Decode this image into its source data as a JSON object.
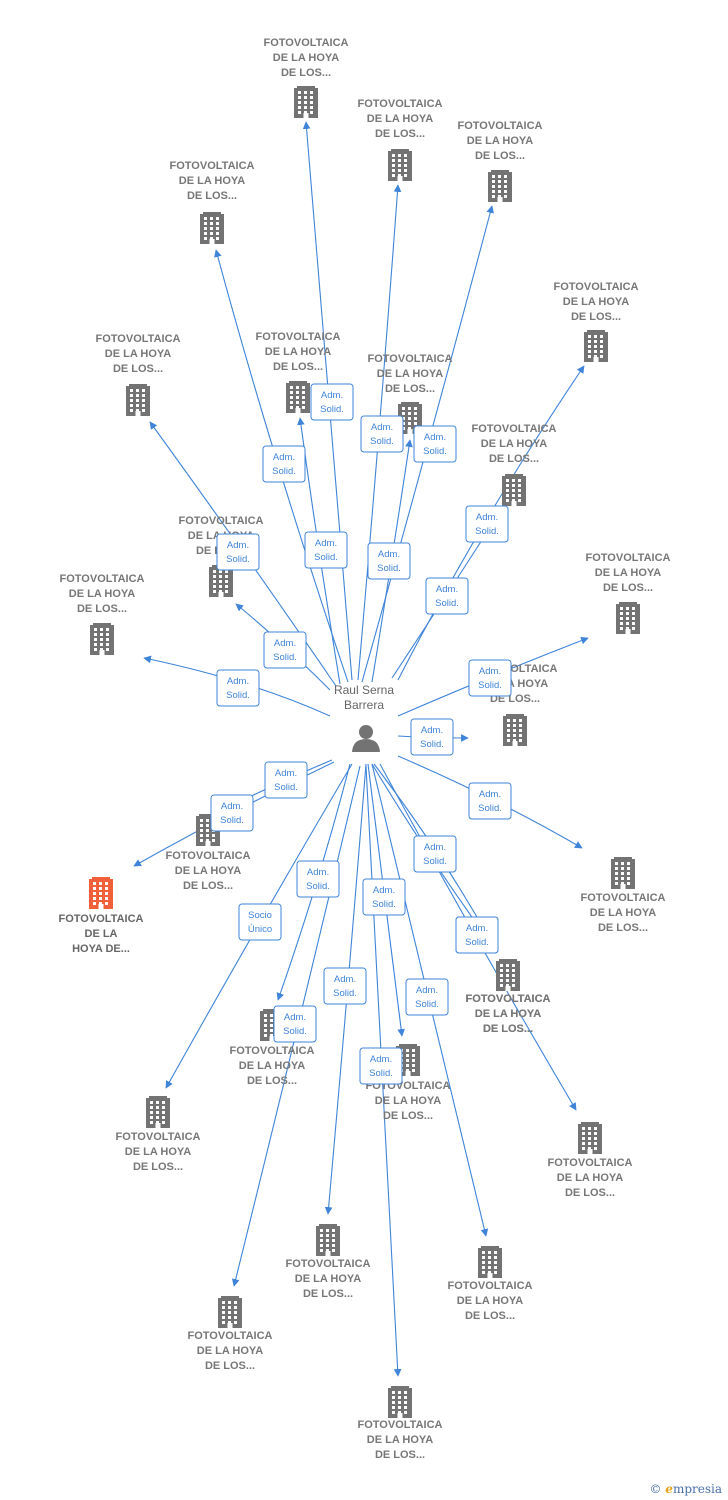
{
  "colors": {
    "edge": "#3f84d8",
    "node": "#737373",
    "highlight": "#f0613b",
    "label_box_border": "#3f84d8"
  },
  "center": {
    "name_line1": "Raul Serna",
    "name_line2": "Barrera",
    "icon": "person-icon"
  },
  "companies": [
    {
      "lines": [
        "FOTOVOLTAICA",
        "DE LA HOYA",
        "DE LOS..."
      ],
      "icon": "building-icon",
      "highlight": false
    },
    {
      "lines": [
        "FOTOVOLTAICA",
        "DE LA HOYA",
        "DE LOS..."
      ],
      "icon": "building-icon",
      "highlight": false
    },
    {
      "lines": [
        "FOTOVOLTAICA",
        "DE LA HOYA",
        "DE LOS..."
      ],
      "icon": "building-icon",
      "highlight": false
    },
    {
      "lines": [
        "FOTOVOLTAICA",
        "DE LA HOYA",
        "DE LOS..."
      ],
      "icon": "building-icon",
      "highlight": false
    },
    {
      "lines": [
        "FOTOVOLTAICA",
        "DE LA HOYA",
        "DE LOS..."
      ],
      "icon": "building-icon",
      "highlight": false
    },
    {
      "lines": [
        "FOTOVOLTAICA",
        "DE LA HOYA",
        "DE LOS..."
      ],
      "icon": "building-icon",
      "highlight": false
    },
    {
      "lines": [
        "FOTOVOLTAICA",
        "DE LA HOYA",
        "DE LOS..."
      ],
      "icon": "building-icon",
      "highlight": false
    },
    {
      "lines": [
        "FOTOVOLTAICA",
        "DE LA HOYA",
        "DE LOS..."
      ],
      "icon": "building-icon",
      "highlight": false
    },
    {
      "lines": [
        "FOTOVOLTAICA",
        "DE LA HOYA",
        "DE LOS..."
      ],
      "icon": "building-icon",
      "highlight": false
    },
    {
      "lines": [
        "FOTOVOLTAICA",
        "DE LA HOYA",
        "DE LOS..."
      ],
      "icon": "building-icon",
      "highlight": false
    },
    {
      "lines": [
        "FOTOVOLTAICA",
        "DE LA HOYA",
        "DE LOS..."
      ],
      "icon": "building-icon",
      "highlight": false
    },
    {
      "lines": [
        "FOTOVOLTAICA",
        "DE LA HOYA",
        "DE LOS..."
      ],
      "icon": "building-icon",
      "highlight": false
    },
    {
      "lines": [
        "FOTOVOLTAICA",
        "DE LA HOYA",
        "DE LOS..."
      ],
      "icon": "building-icon",
      "highlight": false
    },
    {
      "lines": [
        "FOTOVOLTAICA",
        "DE LA HOYA",
        "DE LOS..."
      ],
      "icon": "building-icon",
      "highlight": false
    },
    {
      "lines": [
        "FOTOVOLTAICA",
        "DE LA HOYA",
        "DE LOS..."
      ],
      "icon": "building-icon",
      "highlight": false
    },
    {
      "lines": [
        "FOTOVOLTAICA",
        "DE LA",
        "HOYA DE..."
      ],
      "icon": "building-icon",
      "highlight": true
    },
    {
      "lines": [
        "FOTOVOLTAICA",
        "DE LA HOYA",
        "DE LOS..."
      ],
      "icon": "building-icon",
      "highlight": false
    },
    {
      "lines": [
        "FOTOVOLTAICA",
        "DE LA HOYA",
        "DE LOS..."
      ],
      "icon": "building-icon",
      "highlight": false
    },
    {
      "lines": [
        "FOTOVOLTAICA",
        "DE LA HOYA",
        "DE LOS..."
      ],
      "icon": "building-icon",
      "highlight": false
    },
    {
      "lines": [
        "FOTOVOLTAICA",
        "DE LA HOYA",
        "DE LOS..."
      ],
      "icon": "building-icon",
      "highlight": false
    },
    {
      "lines": [
        "FOTOVOLTAICA",
        "DE LA HOYA",
        "DE LOS..."
      ],
      "icon": "building-icon",
      "highlight": false
    },
    {
      "lines": [
        "FOTOVOLTAICA",
        "DE LA HOYA",
        "DE LOS..."
      ],
      "icon": "building-icon",
      "highlight": false
    },
    {
      "lines": [
        "FOTOVOLTAICA",
        "DE LA HOYA",
        "DE LOS..."
      ],
      "icon": "building-icon",
      "highlight": false
    },
    {
      "lines": [
        "FOTOVOLTAICA",
        "DE LA HOYA",
        "DE LOS..."
      ],
      "icon": "building-icon",
      "highlight": false
    },
    {
      "lines": [
        "FOTOVOLTAICA",
        "DE LA HOYA",
        "DE LOS..."
      ],
      "icon": "building-icon",
      "highlight": false
    },
    {
      "lines": [
        "FOTOVOLTAICA",
        "DE LA HOYA",
        "DE LOS..."
      ],
      "icon": "building-icon",
      "highlight": false
    }
  ],
  "edge_labels": [
    [
      "Adm.",
      "Solid."
    ],
    [
      "Adm.",
      "Solid."
    ],
    [
      "Adm.",
      "Solid."
    ],
    [
      "Adm.",
      "Solid."
    ],
    [
      "Adm.",
      "Solid."
    ],
    [
      "Adm.",
      "Solid."
    ],
    [
      "Adm.",
      "Solid."
    ],
    [
      "Adm.",
      "Solid."
    ],
    [
      "Adm.",
      "Solid."
    ],
    [
      "Adm.",
      "Solid."
    ],
    [
      "Adm.",
      "Solid."
    ],
    [
      "Adm.",
      "Solid."
    ],
    [
      "Adm.",
      "Solid."
    ],
    [
      "Adm.",
      "Solid."
    ],
    [
      "Adm.",
      "Solid."
    ],
    [
      "Adm.",
      "Solid."
    ],
    [
      "Adm.",
      "Solid."
    ],
    [
      "Adm.",
      "Solid."
    ],
    [
      "Adm.",
      "Solid."
    ],
    [
      "Socio",
      "Único"
    ],
    [
      "Adm.",
      "Solid."
    ],
    [
      "Adm.",
      "Solid."
    ],
    [
      "Adm.",
      "Solid."
    ],
    [
      "Adm.",
      "Solid."
    ],
    [
      "Adm.",
      "Solid."
    ],
    [
      "Adm.",
      "Solid."
    ]
  ],
  "footer": {
    "copyright": "©",
    "brand_initial": "e",
    "brand_rest": "mpresia"
  }
}
